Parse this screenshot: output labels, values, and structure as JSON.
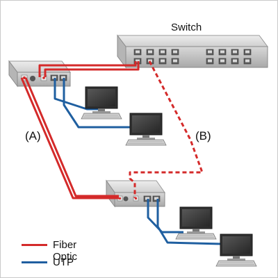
{
  "switch": {
    "label": "Switch"
  },
  "paths": {
    "a_label": "(A)",
    "b_label": "(B)"
  },
  "legend": [
    {
      "label": "Fiber Optic",
      "color": "#d42a2a"
    },
    {
      "label": "UTP",
      "color": "#1f5fa0"
    }
  ],
  "colors": {
    "fiber": "#d42a2a",
    "utp": "#1f5fa0",
    "device_body": "#c9c9c9",
    "monitor_screen": "#3c3c3c"
  }
}
